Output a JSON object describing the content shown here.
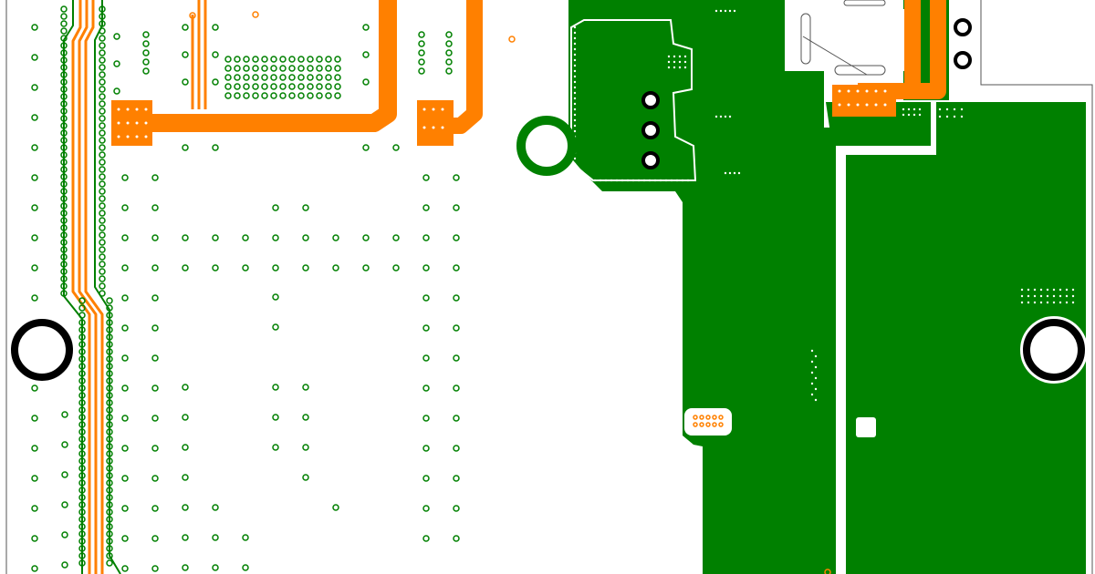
{
  "view": {
    "subject": "pcb-layout",
    "layers_shown": [
      "copper-pour",
      "traces",
      "pads",
      "vias",
      "mounting-holes",
      "board-outline"
    ]
  },
  "colors": {
    "background": "#ffffff",
    "copper_pour": "#008000",
    "trace": "#ff8000",
    "via_ring": "#008000",
    "mounting_hole": "#000000",
    "board_outline": "#555555",
    "silkscreen": "#7a7a7a"
  }
}
